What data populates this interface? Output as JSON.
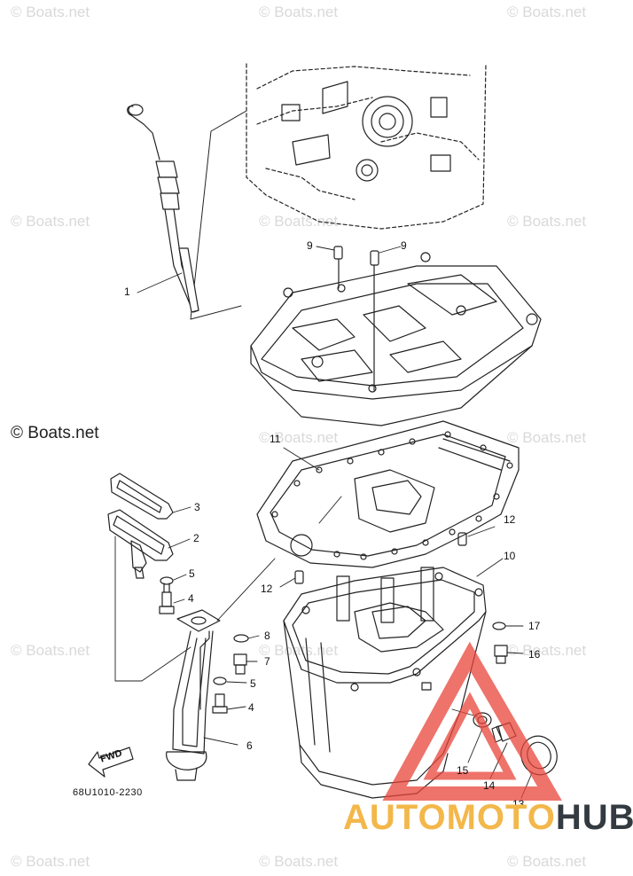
{
  "watermark": "© Boats.net",
  "copyright": "© Boats.net",
  "diagram_code": "68U1010-2230",
  "fwd_label": "FWD",
  "logo": {
    "part1": "AUTOMOTO",
    "part2": "HUB",
    "color1": "#f3b74a",
    "color2": "#333a40",
    "triangle_color": "#e8443a"
  },
  "callouts": [
    "1",
    "2",
    "3",
    "4",
    "5",
    "6",
    "7",
    "8",
    "9",
    "9",
    "10",
    "11",
    "12",
    "12",
    "13",
    "14",
    "15",
    "16",
    "17",
    "4",
    "5"
  ]
}
